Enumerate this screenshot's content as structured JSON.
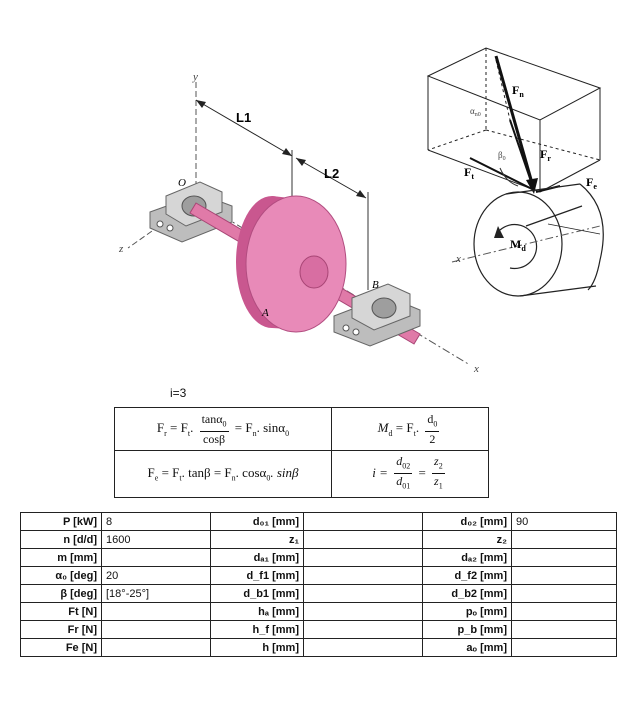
{
  "figure": {
    "axis_y": "y",
    "axis_z": "z",
    "axis_x": "x",
    "label_L1": "L1",
    "label_L2": "L2",
    "label_O": "O",
    "label_A": "A",
    "label_B": "B",
    "label_Fn": "F",
    "label_Fn_sub": "n",
    "label_Fr": "F",
    "label_Fr_sub": "r",
    "label_Ft": "F",
    "label_Ft_sub": "t",
    "label_Fe": "F",
    "label_Fe_sub": "e",
    "label_alpha": "α",
    "label_alpha_sub": "n0",
    "label_beta": "β",
    "label_beta_sub": "0",
    "label_Md": "M",
    "label_Md_sub": "d",
    "label_x2": "x"
  },
  "ratio_label": "i=3",
  "formulas": {
    "fr_lhs": "F",
    "fr_lhs_sub": "r",
    "fr_eq": "= F",
    "fr_t_sub": "t",
    "fr_num": "tanα",
    "fr_num_sub": "0",
    "fr_den": "cosβ",
    "fr_rhs": "= F",
    "fr_rhs_sub": "n",
    "fr_rhs2": ". sinα",
    "fr_rhs2_sub": "0",
    "md_lhs": "M",
    "md_lhs_sub": "d",
    "md_eq": "= F",
    "md_t_sub": "t",
    "md_num": "d",
    "md_num_sub": "0",
    "md_den": "2",
    "fe_text": "F",
    "fe_sub": "e",
    "fe_rest": " = F",
    "fe_t_sub": "t",
    "fe_rest2": ". tanβ = F",
    "fe_n_sub": "n",
    "fe_rest3": ". cosα",
    "fe_a_sub": "0",
    "fe_rest4": ". sinβ",
    "i_lhs": "i =",
    "i_num": "d",
    "i_num_sub": "02",
    "i_den": "d",
    "i_den_sub": "01",
    "i_eq": "=",
    "i_num2": "z",
    "i_num2_sub": "2",
    "i_den2": "z",
    "i_den2_sub": "1"
  },
  "table": {
    "rows": [
      {
        "l1": "P [kW]",
        "v1": "8",
        "l2": "d₀₁ [mm]",
        "v2": "",
        "l3": "d₀₂ [mm]",
        "v3": "90"
      },
      {
        "l1": "n [d/d]",
        "v1": "1600",
        "l2": "z₁",
        "v2": "",
        "l3": "z₂",
        "v3": ""
      },
      {
        "l1": "m [mm]",
        "v1": "",
        "l2": "dₐ₁ [mm]",
        "v2": "",
        "l3": "dₐ₂ [mm]",
        "v3": ""
      },
      {
        "l1": "α₀ [deg]",
        "v1": "20",
        "l2": "d_f1 [mm]",
        "v2": "",
        "l3": "d_f2 [mm]",
        "v3": ""
      },
      {
        "l1": "β [deg]",
        "v1": "[18°-25°]",
        "l2": "d_b1 [mm]",
        "v2": "",
        "l3": "d_b2 [mm]",
        "v3": ""
      },
      {
        "l1": "Ft [N]",
        "v1": "",
        "l2": "hₐ [mm]",
        "v2": "",
        "l3": "pₒ [mm]",
        "v3": ""
      },
      {
        "l1": "Fr [N]",
        "v1": "",
        "l2": "h_f [mm]",
        "v2": "",
        "l3": "p_b [mm]",
        "v3": ""
      },
      {
        "l1": "Fe [N]",
        "v1": "",
        "l2": "h [mm]",
        "v2": "",
        "l3": "aₒ [mm]",
        "v3": ""
      }
    ]
  },
  "colors": {
    "gear": "#e88ab8",
    "gear_dark": "#c9578f",
    "bearing": "#cfcfcf",
    "shaft": "#e07aa8"
  }
}
